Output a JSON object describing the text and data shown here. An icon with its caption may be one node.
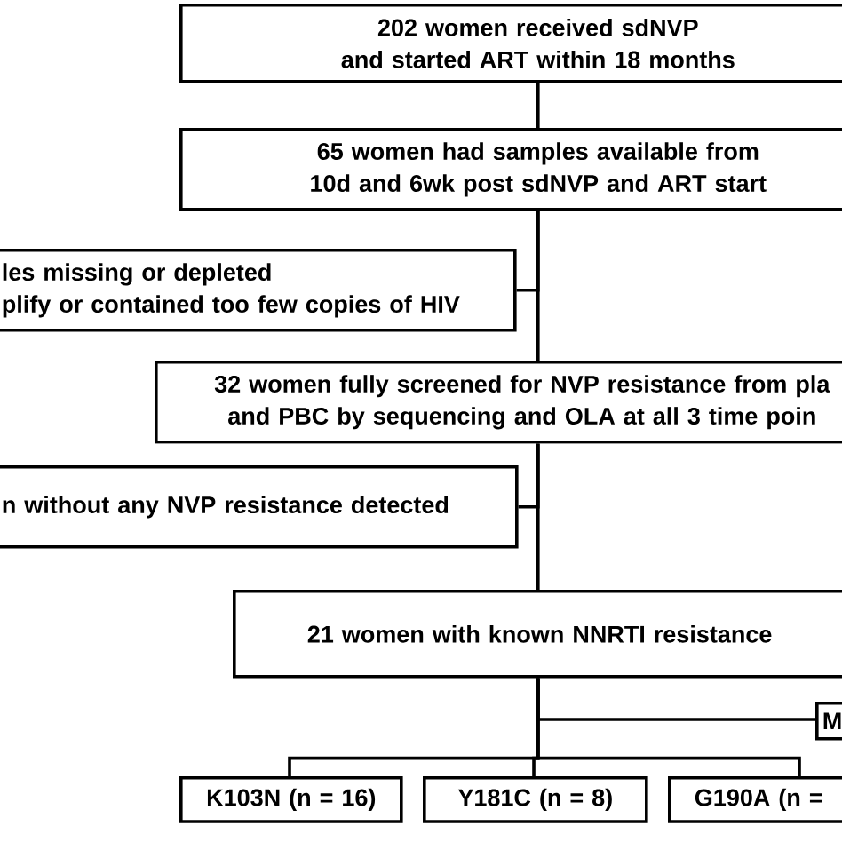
{
  "diagram": {
    "nodes": [
      {
        "text": [
          "202 women received sdNVP and started ART within 18 months"
        ]
      },
      {
        "text": [
          "65 women had samples available from 10d and 6wk post sdNVP and ART start"
        ]
      },
      {
        "text": [
          "les missing or depleted plify or contained too few copies of HIV"
        ]
      },
      {
        "text": [
          "32 women fully screened for NVP resistance from pla and PBC by sequencing and OLA at all 3 time poin"
        ]
      },
      {
        "text": [
          "n without any NVP resistance detected"
        ]
      },
      {
        "text": [
          "21 women with known NNRTI resistance"
        ]
      },
      {
        "text": [
          "M"
        ]
      },
      {
        "text": [
          "K103N (n = 16)"
        ]
      },
      {
        "text": [
          "Y181C  (n = 8)"
        ]
      },
      {
        "text": [
          "G190A (n ="
        ]
      }
    ],
    "edges": [
      {
        "from": 0,
        "to": 1,
        "arrow": "none"
      },
      {
        "from": 1,
        "to": 2,
        "arrow": "none"
      },
      {
        "from": 1,
        "to": 3,
        "arrow": "none"
      },
      {
        "from": 3,
        "to": 4,
        "arrow": "none"
      },
      {
        "from": 3,
        "to": 5,
        "arrow": "none"
      },
      {
        "from": 5,
        "to": 6,
        "arrow": "none"
      },
      {
        "from": 5,
        "to": 7,
        "arrow": "none"
      },
      {
        "from": 5,
        "to": 8,
        "arrow": "none"
      },
      {
        "from": 5,
        "to": 9,
        "arrow": "none"
      }
    ]
  }
}
